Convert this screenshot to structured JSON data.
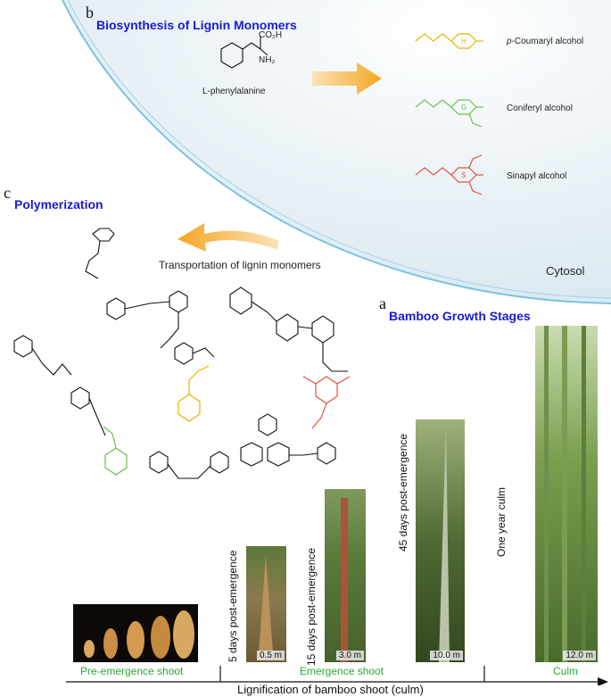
{
  "panel_b": {
    "letter": "b",
    "title": "Biosynthesis of Lignin Monomers",
    "precursor": "L-phenylalanine",
    "precursor_groups": {
      "acid": "CO₂H",
      "amine": "NH₂"
    },
    "monomers": [
      {
        "name_prefix": "p",
        "name_rest": "-Coumaryl alcohol",
        "unit": "H",
        "color": "#e8b400"
      },
      {
        "name_prefix": "",
        "name_rest": "Coniferyl alcohol",
        "unit": "G",
        "color": "#6cc04a"
      },
      {
        "name_prefix": "",
        "name_rest": "Sinapyl alcohol",
        "unit": "S",
        "color": "#e0543c"
      }
    ],
    "cytosol_label": "Cytosol",
    "transport_label": "Transportation of lignin monomers"
  },
  "panel_c": {
    "letter": "c",
    "title": "Polymerization"
  },
  "panel_a": {
    "letter": "a",
    "title": "Bamboo Growth Stages",
    "stages": [
      {
        "label": "5 days post-emergence",
        "scale": "0.5 m"
      },
      {
        "label": "15 days post-emergence",
        "scale": "3.0 m"
      },
      {
        "label": "45 days post-emergence",
        "scale": "10.0 m"
      },
      {
        "label": "One year culm",
        "scale": "12.0 m"
      }
    ],
    "groups": {
      "pre": "Pre-emergence shoot",
      "emergence": "Emergence shoot",
      "culm": "Culm"
    },
    "axis_label": "Lignification of bamboo shoot (culm)"
  },
  "colors": {
    "title_blue": "#1a1ad6",
    "cytosol_fill": "#e6f1f7",
    "arrow_orange": "#f5a623",
    "h_unit": "#e8b400",
    "g_unit": "#6cc04a",
    "s_unit": "#e0543c",
    "group_green": "#2fa53a"
  }
}
